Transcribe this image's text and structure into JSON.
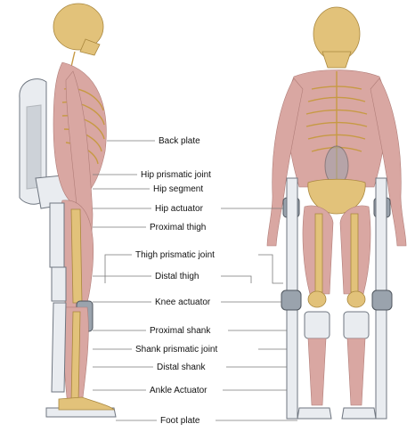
{
  "labels": [
    "Back plate",
    "Hip prismatic joint",
    "Hip segment",
    "Hip actuator",
    "Proximal thigh",
    "Thigh prismatic joint",
    "Distal thigh",
    "Knee actuator",
    "Proximal shank",
    "Shank prismatic joint",
    "Distal shank",
    "Ankle Actuator",
    "Foot plate"
  ],
  "colors": {
    "bone": "#e2c27a",
    "muscle": "#d9a7a2",
    "exoskeleton": "#e9ecf0",
    "actuator": "#9aa3ad",
    "leader_line": "#7a7a7a"
  }
}
